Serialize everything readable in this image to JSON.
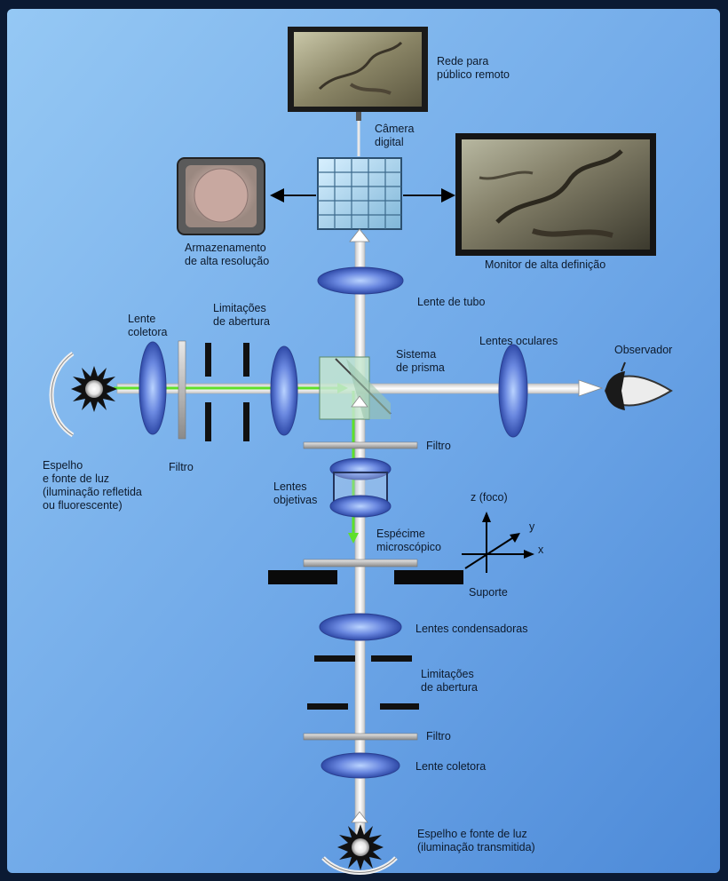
{
  "labels": {
    "network": [
      "Rede para",
      "público remoto"
    ],
    "camera": [
      "Câmera",
      "digital"
    ],
    "storage": [
      "Armazenamento",
      "de alta resolução"
    ],
    "monitor": "Monitor de alta definição",
    "tube_lens": "Lente de tubo",
    "collector_lens_top": [
      "Lente",
      "coletora"
    ],
    "aperture_top": [
      "Limitações",
      "de abertura"
    ],
    "prism": [
      "Sistema",
      "de prisma"
    ],
    "eyepieces": "Lentes oculares",
    "observer": "Observador",
    "mirror_top": [
      "Espelho",
      "e fonte de luz",
      "(iluminação refletida",
      "ou fluorescente)"
    ],
    "filter_left": "Filtro",
    "filter_center": "Filtro",
    "objectives": [
      "Lentes",
      "objetivas"
    ],
    "axis_z": "z (foco)",
    "axis_y": "y",
    "axis_x": "x",
    "specimen": [
      "Espécime",
      "microscópico"
    ],
    "stage": "Suporte",
    "condenser": "Lentes condensadoras",
    "aperture_bottom": [
      "Limitações",
      "de abertura"
    ],
    "filter_bottom": "Filtro",
    "collector_lens_bottom": "Lente coletora",
    "mirror_bottom": [
      "Espelho e fonte de luz",
      "(iluminação transmitida)"
    ]
  },
  "colors": {
    "background_top": "#8ec2f2",
    "background_bottom": "#4f8fdc",
    "frame": "#0b1a33",
    "beam": "#f4f4f4",
    "beam_green": "#5fe02a",
    "lens": "#4a66c8"
  }
}
